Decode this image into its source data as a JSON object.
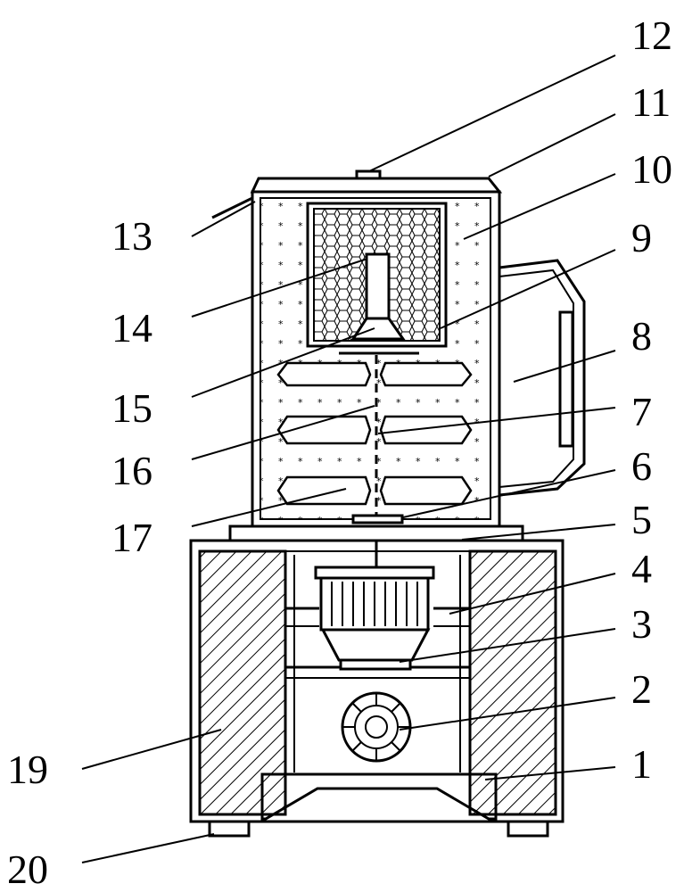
{
  "callouts": [
    {
      "id": "12",
      "text": "12"
    },
    {
      "id": "11",
      "text": "11"
    },
    {
      "id": "10",
      "text": "10"
    },
    {
      "id": "9",
      "text": "9"
    },
    {
      "id": "8",
      "text": "8"
    },
    {
      "id": "7",
      "text": "7"
    },
    {
      "id": "6",
      "text": "6"
    },
    {
      "id": "5",
      "text": "5"
    },
    {
      "id": "4",
      "text": "4"
    },
    {
      "id": "3",
      "text": "3"
    },
    {
      "id": "2",
      "text": "2"
    },
    {
      "id": "1",
      "text": "1"
    },
    {
      "id": "13",
      "text": "13"
    },
    {
      "id": "14",
      "text": "14"
    },
    {
      "id": "15",
      "text": "15"
    },
    {
      "id": "16",
      "text": "16"
    },
    {
      "id": "17",
      "text": "17"
    },
    {
      "id": "19",
      "text": "19"
    },
    {
      "id": "20",
      "text": "20"
    }
  ]
}
